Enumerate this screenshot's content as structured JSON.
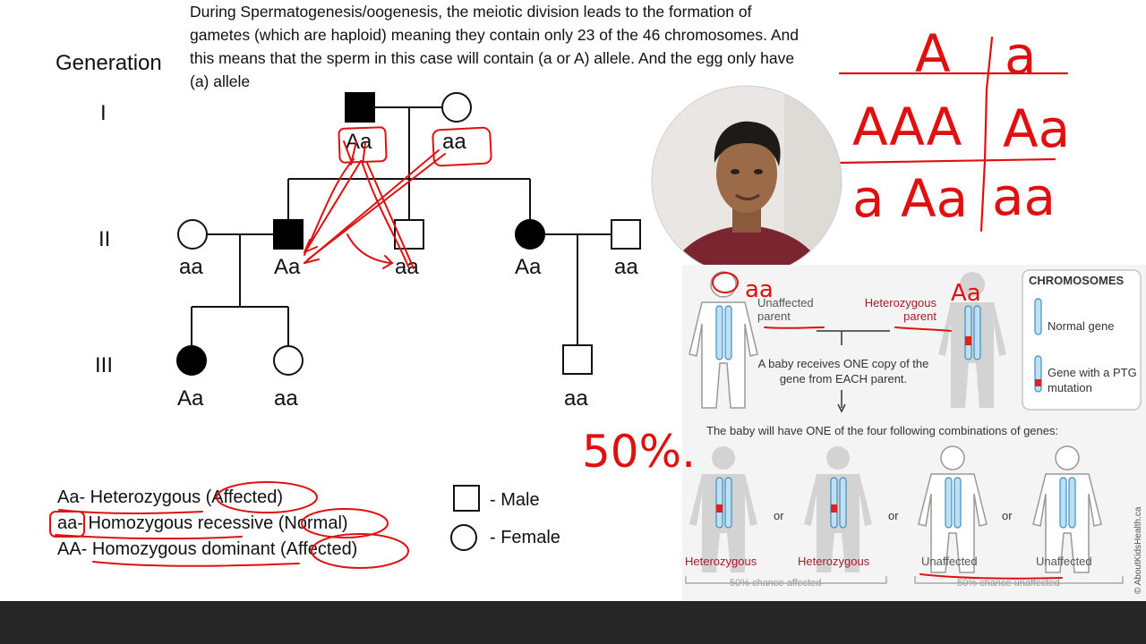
{
  "intro_text": "During Spermatogenesis/oogenesis, the meiotic division leads to the formation of gametes (which are haploid) meaning they contain only 23 of the 46 chromosomes. And this means that the sperm in this case will contain (a or A) allele. And the egg  only have (a) allele",
  "pedigree": {
    "title": "Generation",
    "generations": [
      "I",
      "II",
      "III"
    ],
    "gen1": {
      "male": "Aa",
      "female": "aa"
    },
    "gen2": {
      "female_left": "aa",
      "male_affected": "Aa",
      "male_unaffected": "aa",
      "female_affected": "Aa",
      "male_right": "aa"
    },
    "gen3": {
      "female_affected": "Aa",
      "female_unaffected": "aa",
      "male": "aa"
    }
  },
  "legend": {
    "line1_code": "Aa-",
    "line1_text": " Heterozygous (Affected)",
    "line2_code": "aa-",
    "line2_text": " Homozygous recessive (Normal)",
    "line3_code": "AA-",
    "line3_text": " Homozygous dominant (Affected)",
    "male": "- Male",
    "female": "- Female"
  },
  "punnett": {
    "top_left": "A",
    "top_right": "a",
    "mid_left": "AAA",
    "mid_right": "Aa",
    "bot_left": "a Aa",
    "bot_right": "aa"
  },
  "handwritten": {
    "percent": "50%.",
    "left_parent": "aa",
    "right_parent": "Aa"
  },
  "panel": {
    "unaffected_parent": "Unaffected parent",
    "heterozygous_parent": "Heterozygous parent",
    "receives": "A baby receives ONE copy of the gene from EACH parent.",
    "chromosomes_title": "CHROMOSOMES",
    "normal_gene": "Normal gene",
    "mutation_gene": "Gene with a PTG mutation",
    "combinations": "The baby will have ONE of the four following combinations of genes:",
    "or": "or",
    "child1": "Heterozygous",
    "child2": "Heterozygous",
    "child3": "Unaffected",
    "child4": "Unaffected",
    "chance_affected": "50% chance affected",
    "chance_unaffected": "50% chance unaffected",
    "credit": "© AboutKidsHealth.ca"
  },
  "colors": {
    "ink_red": "#e01010",
    "label_red": "#a61b2a",
    "chromosome_blue": "#3d8fc4",
    "mutation_red": "#e02020",
    "body_grey": "#d3d3d3"
  }
}
